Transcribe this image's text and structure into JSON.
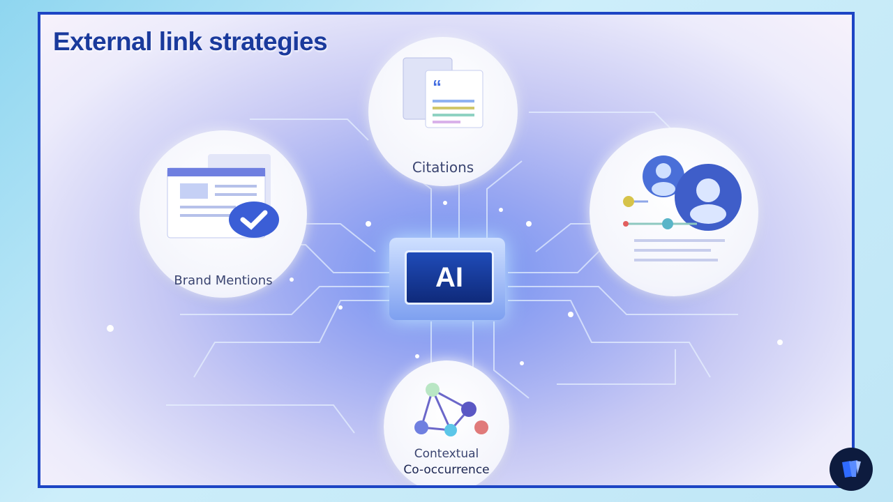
{
  "title": "External link strategies",
  "nodes": {
    "citations": {
      "label": "Citations",
      "icon": "quote-document-icon"
    },
    "brand_mentions": {
      "label": "Brand Mentions",
      "icon": "webpage-checkmark-icon"
    },
    "entities": {
      "label": "",
      "icon": "people-connection-icon"
    },
    "co_occurrence": {
      "label_line1": "Contextual",
      "label_line2": "Co-occurrence",
      "icon": "network-graph-icon"
    }
  },
  "center_chip": {
    "label": "AI",
    "icon": "ai-chip-icon"
  },
  "colors": {
    "frame": "#1d45c4",
    "title": "#1a3a9c",
    "chip": "#1f4bb8",
    "logo_bg": "#0d1b3e",
    "logo_fg": "#2f6bff"
  }
}
